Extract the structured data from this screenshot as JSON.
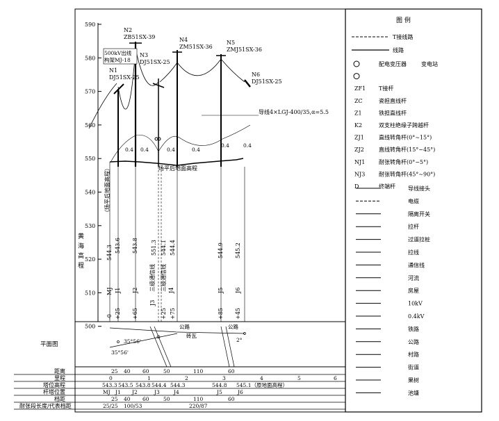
{
  "profile": {
    "y_axis_label": [
      "黄",
      "海",
      "高",
      "程"
    ],
    "y_ticks": [
      "590",
      "580",
      "570",
      "560",
      "550",
      "540",
      "530",
      "520",
      "510",
      "500"
    ],
    "ground_label": "场平后地面高程",
    "ground_label_vertical": "（场平后地面高程）",
    "conductor_label": "导线4×LGJ-400/35,α=5.5",
    "frame_label": [
      "500kV出线",
      "构架MJ-18"
    ],
    "towers": [
      {
        "id": "N1",
        "type": "DJ51SX-25"
      },
      {
        "id": "N2",
        "type": "ZB51SX-39"
      },
      {
        "id": "N3",
        "type": "DJ51SX-25"
      },
      {
        "id": "N4",
        "type": "ZM51SX-36"
      },
      {
        "id": "N5",
        "type": "ZMJ51SX-36"
      },
      {
        "id": "N6",
        "type": "DJ51SX-25"
      }
    ],
    "clearances": [
      "0.4",
      "0.4",
      "0.4",
      "0.4",
      "0.4",
      "0.4"
    ],
    "elevations": [
      "544.3",
      "543.6",
      "543.8",
      "551.3",
      "544.1",
      "544.4",
      "544.9",
      "545.2"
    ],
    "pole_labels": [
      "MJ",
      "J1",
      "J2",
      "J3",
      "J4",
      "J5",
      "J6"
    ],
    "vertical_notes": [
      "三级通信线",
      "三级通信线"
    ],
    "offsets": [
      "-0",
      "+25",
      "+65",
      "+25",
      "+75",
      "+85",
      "+45"
    ]
  },
  "plan": {
    "title": "平面图",
    "labels": [
      "公路",
      "公路",
      "砖瓦",
      "35°56'",
      "35°56'",
      "2°"
    ]
  },
  "table": {
    "rows": [
      "距离",
      "里程",
      "塔位高程",
      "杆塔位置",
      "档距",
      "耐张段长度/代表档距"
    ],
    "distance": [
      "25",
      "40",
      "60",
      "50",
      "110",
      "60"
    ],
    "mileage": [
      "0",
      "1",
      "2",
      "3",
      "4",
      "5",
      "6"
    ],
    "tower_elevation": [
      "543.3",
      "543.5",
      "543.8",
      "544.4",
      "544.3",
      "544.8",
      "545.1（原地面高程）"
    ],
    "tower_position": [
      "MJ",
      "J1",
      "J2",
      "J3",
      "J4",
      "J5",
      "J6"
    ],
    "span": [
      "25",
      "40",
      "60",
      "50",
      "110",
      "60"
    ],
    "tension_section": [
      "25/25",
      "100/53",
      "220/87"
    ]
  },
  "legend": {
    "title": "图  例",
    "items": [
      {
        "symbol": "T接线路"
      },
      {
        "symbol": "线路"
      }
    ],
    "entries": [
      {
        "code": "",
        "label": "配电变压器"
      },
      {
        "code": "",
        "label": "变电站"
      },
      {
        "code": "ZF1",
        "label": "T接杆"
      },
      {
        "code": "ZC",
        "label": "瓷担直线杆"
      },
      {
        "code": "Z1",
        "label": "铁担直线杆"
      },
      {
        "code": "K2",
        "label": "双支柱绝缘子跨越杆"
      },
      {
        "code": "ZJ1",
        "label": "直线转角杆(0°~15°)"
      },
      {
        "code": "ZJ2",
        "label": "直线转角杆(15°~45°)"
      },
      {
        "code": "NJ1",
        "label": "耐张转角杆(0°~5°)"
      },
      {
        "code": "NJ3",
        "label": "耐张转角杆(45°~90°)"
      },
      {
        "code": "D",
        "label": "终端杆"
      }
    ],
    "symbols": [
      "导线接头",
      "电缆",
      "隔离开关",
      "拉杆",
      "过道拉桩",
      "拉线",
      "通信线",
      "河流",
      "房屋",
      "10kV",
      "0.4kV",
      "铁路",
      "公路",
      "村路",
      "街道",
      "果树",
      "池塘"
    ]
  }
}
